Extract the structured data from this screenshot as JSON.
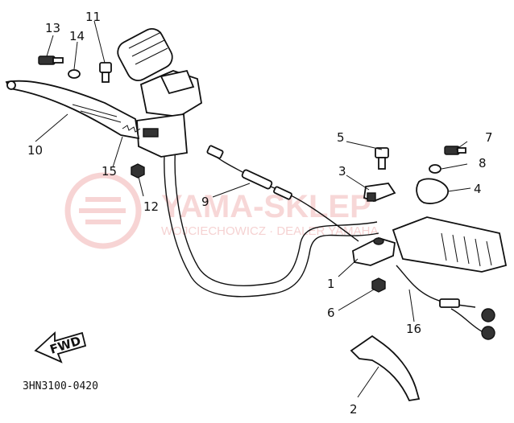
{
  "diagram": {
    "drawing_code": "3HN3100-0420",
    "direction_label": "FWD",
    "watermark": {
      "brand": "YAMA-SKLEP",
      "subline": "WOJCIECHOWICZ · DEALER YAMAHA"
    },
    "callouts": [
      {
        "n": "1"
      },
      {
        "n": "2"
      },
      {
        "n": "3"
      },
      {
        "n": "4"
      },
      {
        "n": "5"
      },
      {
        "n": "6"
      },
      {
        "n": "7"
      },
      {
        "n": "8"
      },
      {
        "n": "9"
      },
      {
        "n": "10"
      },
      {
        "n": "11"
      },
      {
        "n": "12"
      },
      {
        "n": "13"
      },
      {
        "n": "14"
      },
      {
        "n": "15"
      },
      {
        "n": "16"
      }
    ]
  }
}
